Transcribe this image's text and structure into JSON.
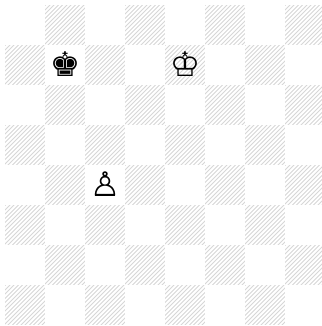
{
  "board": {
    "pieces": [
      {
        "square": "b7",
        "glyph": "♚",
        "name": "black-king"
      },
      {
        "square": "e7",
        "glyph": "♔",
        "name": "white-king"
      },
      {
        "square": "c4",
        "glyph": "♙",
        "name": "white-pawn"
      }
    ]
  }
}
